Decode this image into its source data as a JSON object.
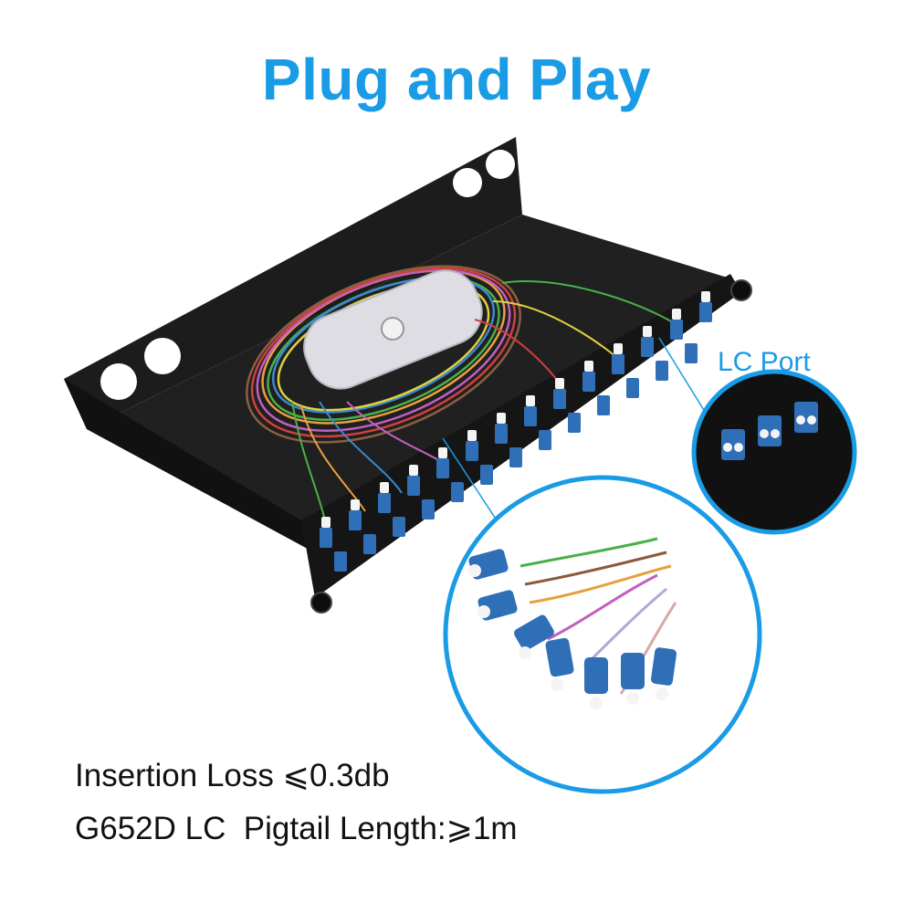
{
  "title": "Plug and Play",
  "callout_label": "LC Port",
  "specs": {
    "insertion_loss": "Insertion Loss ⩽0.3db",
    "pigtail": "G652D LC  Pigtail Length:⩾1m"
  },
  "colors": {
    "accent": "#1a9be6",
    "panel": "#151515",
    "connector": "#2f6fb7",
    "fiber_tray": "#dddde3"
  }
}
